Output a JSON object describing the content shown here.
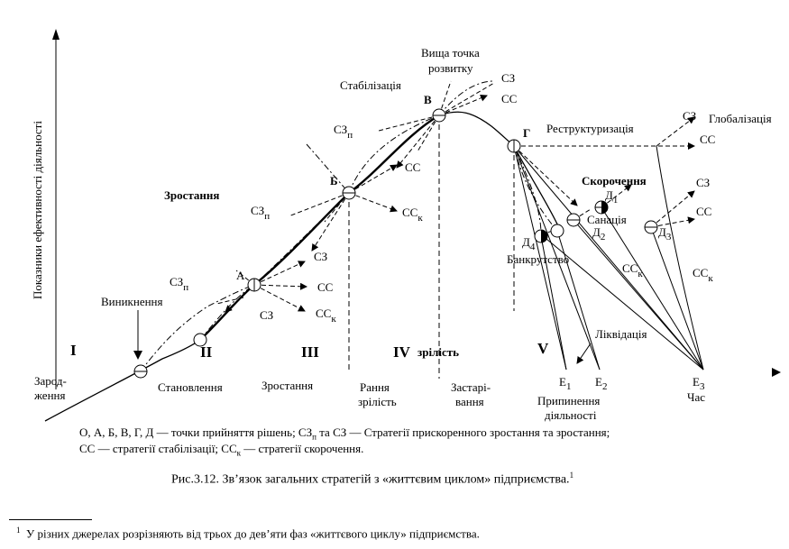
{
  "axes": {
    "y_label": "Показники ефективності діяльності",
    "x_label": "Час"
  },
  "phases": {
    "roman": [
      "I",
      "II",
      "III",
      "IV",
      "V"
    ],
    "maturity_word": "зрілість",
    "zarod1": "Зарод-",
    "zarod2": "ження",
    "stanovlennia": "Становлення",
    "zrostannia": "Зростання",
    "rannia1": "Рання",
    "rannia2": "зрілість",
    "zastari1": "Застарі-",
    "zastari2": "вання"
  },
  "points": {
    "A": "А",
    "B": "Б",
    "V": "В",
    "G": "Г",
    "D": "Д",
    "D1": "1",
    "D2": "2",
    "D3": "3",
    "D4": "4",
    "E": "Е",
    "E1": "1",
    "E2": "2",
    "E3": "3"
  },
  "labels": {
    "vynyknennia": "Виникнення",
    "zrostannia_bold": "Зростання",
    "stabilizatsiia": "Стабілізація",
    "vyshcha1": "Вища точка",
    "vyshcha2": "розвитку",
    "restrukturyzatsiia": "Реструктуризація",
    "hlobalizatsiia": "Глобалізація",
    "skorochennia": "Скорочення",
    "sanatsiia": "Санація",
    "bankrutstvo": "Банкрутство",
    "likvidatsiia": "Ліквідація",
    "prypynennia1": "Припинення",
    "prypynennia2": "діяльності"
  },
  "strategies": {
    "SZ": "СЗ",
    "SS": "СС",
    "SZp_base": "СЗ",
    "p_sub": "п",
    "SSk_base": "СС",
    "k_sub": "к"
  },
  "legend": {
    "line1_a": "О, А, Б, В, Г, Д — точки прийняття рішень; СЗ",
    "line1_sub": "п",
    "line1_b": " та СЗ — Стратегії прискоренного зростання та зростання;",
    "line2_a": "СС —   стратегії стабілізації; СС",
    "line2_sub": "к",
    "line2_b": " — стратегії скорочення."
  },
  "caption": {
    "text": "Рис.3.12. Зв’язок загальних стратегій з «життєвим циклом» підприємства.",
    "mark": "1"
  },
  "footnote": {
    "mark": "1",
    "text": "У різних джерелах розрізняють від трьох до дев’яти фаз «життєвого циклу» підприємства."
  }
}
